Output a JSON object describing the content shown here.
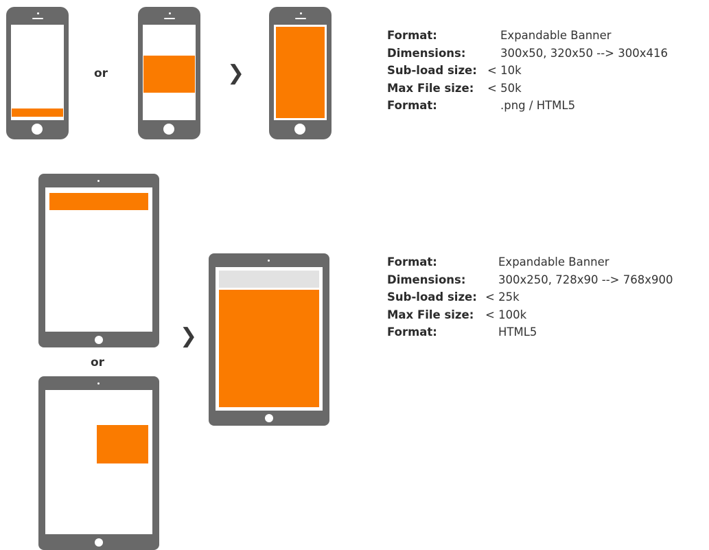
{
  "labels": {
    "or_phones": "or",
    "or_tablets": "or",
    "arrow_phones": "❯",
    "arrow_tablets": "❯"
  },
  "colors": {
    "device": "#696969",
    "ad": "#fa7b00",
    "screen": "#ffffff",
    "status_bar": "#e2e2e2"
  },
  "specs_mobile": [
    {
      "key": "Format:",
      "value": "Expandable Banner"
    },
    {
      "key": "Dimensions:",
      "value": "300x50, 320x50 --> 300x416"
    },
    {
      "key": "Sub-load size:",
      "value": "< 10k"
    },
    {
      "key": "Max File size:",
      "value": "< 50k"
    },
    {
      "key": "Format:",
      "value": ".png /  HTML5"
    }
  ],
  "specs_tablet": [
    {
      "key": "Format:",
      "value": "Expandable Banner"
    },
    {
      "key": "Dimensions:",
      "value": "300x250, 728x90 --> 768x900"
    },
    {
      "key": "Sub-load size:",
      "value": "< 25k"
    },
    {
      "key": "Max File size:",
      "value": "< 100k"
    },
    {
      "key": "Format:",
      "value": "HTML5"
    }
  ]
}
